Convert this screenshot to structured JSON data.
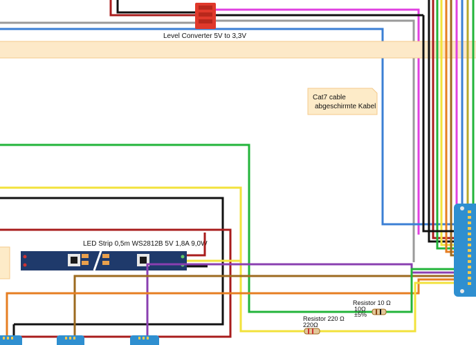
{
  "labels": {
    "level_converter": "Level Converter 5V to 3,3V",
    "cat7_line1": "Cat7 cable",
    "cat7_line2": "abgeschirmte Kabel",
    "led_strip": "LED Strip 0,5m WS2812B 5V 1,8A 9,0W",
    "resistor_10_line1": "Resistor 10 Ω",
    "resistor_10_line2": "10Ω",
    "resistor_10_line3": "±5%",
    "resistor_220_line1": "Resistor 220 Ω",
    "resistor_220_line2": "220Ω"
  },
  "colors": {
    "background": "#ffffff",
    "band": "#fde9c8",
    "band_border": "#f4c98a",
    "note": "#fdebc8",
    "converter": "#e0392b",
    "strip": "#1f3a6b",
    "board": "#2f8fd0",
    "wire_black": "#111111",
    "wire_red": "#a81c1c",
    "wire_green": "#22b43a",
    "wire_yellow": "#f2e23b",
    "wire_magenta": "#e040e0",
    "wire_purple": "#8a3fb0",
    "wire_blue": "#3b7fd4",
    "wire_gray": "#9a9a9a",
    "wire_orange": "#e67e22",
    "wire_brown": "#9c6a1f",
    "wire_olive": "#b8a72a"
  }
}
